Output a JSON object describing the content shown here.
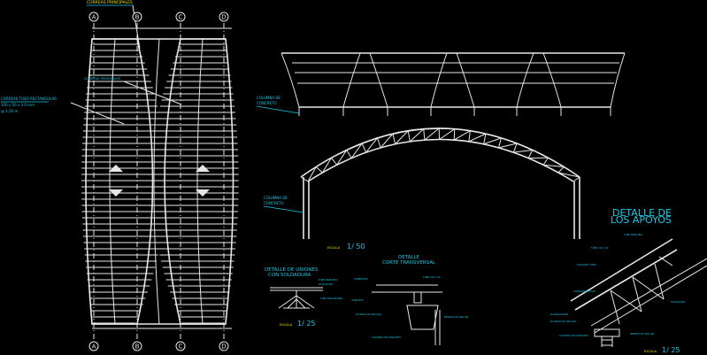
{
  "plan": {
    "top_label": "CORREAS PRINCIPALES",
    "axes_top": [
      "A",
      "B",
      "C",
      "D"
    ],
    "axes_bottom": [
      "A",
      "B",
      "C",
      "D"
    ],
    "note_1": "CORREAS TUBO RECTANGULAR",
    "note_2": "100 x 50 x 3.0 mm",
    "note_3": "@ 1.20 m",
    "inner_label": "CORREAS PRINCIPALES"
  },
  "elevation": {
    "col_label_1": "COLUMNA DE",
    "col_label_2": "CONCRETO"
  },
  "section": {
    "col_label_1": "COLUMNA DE",
    "col_label_2": "CONCRETO",
    "scale": "1/ 50",
    "scale_prefix": "ESCALA"
  },
  "titles": {
    "detail_unions_1": "DETALLE DE UNIONES",
    "detail_unions_2": "CON SOLDADURA",
    "cross_section_1": "DETALLE",
    "cross_section_2": "CORTE TRANSVERSAL",
    "supports_1": "DETALLE DE",
    "supports_2": "LOS APOYOS"
  },
  "scales": {
    "unions": "1/ 25",
    "supports": "1/ 25",
    "prefix": "ESCALA"
  },
  "annotations": {
    "a1": "TUBO PRINCIPAL",
    "a2": "SOLDADURA",
    "a3": "PLANCHA DE ANCLAJE",
    "a4": "PERNOS DE ANCLAJE",
    "a5": "TUBO SECUNDARIO",
    "a6": "COBERTURA",
    "a7": "PLANCHA BASE",
    "a8": "COLUMNA DE CONCRETO",
    "a9": "CANALETA",
    "a10": "TUBO 100 x 50",
    "a11": "DIAGONAL TUBO",
    "a12": "CORDON INFERIOR"
  }
}
